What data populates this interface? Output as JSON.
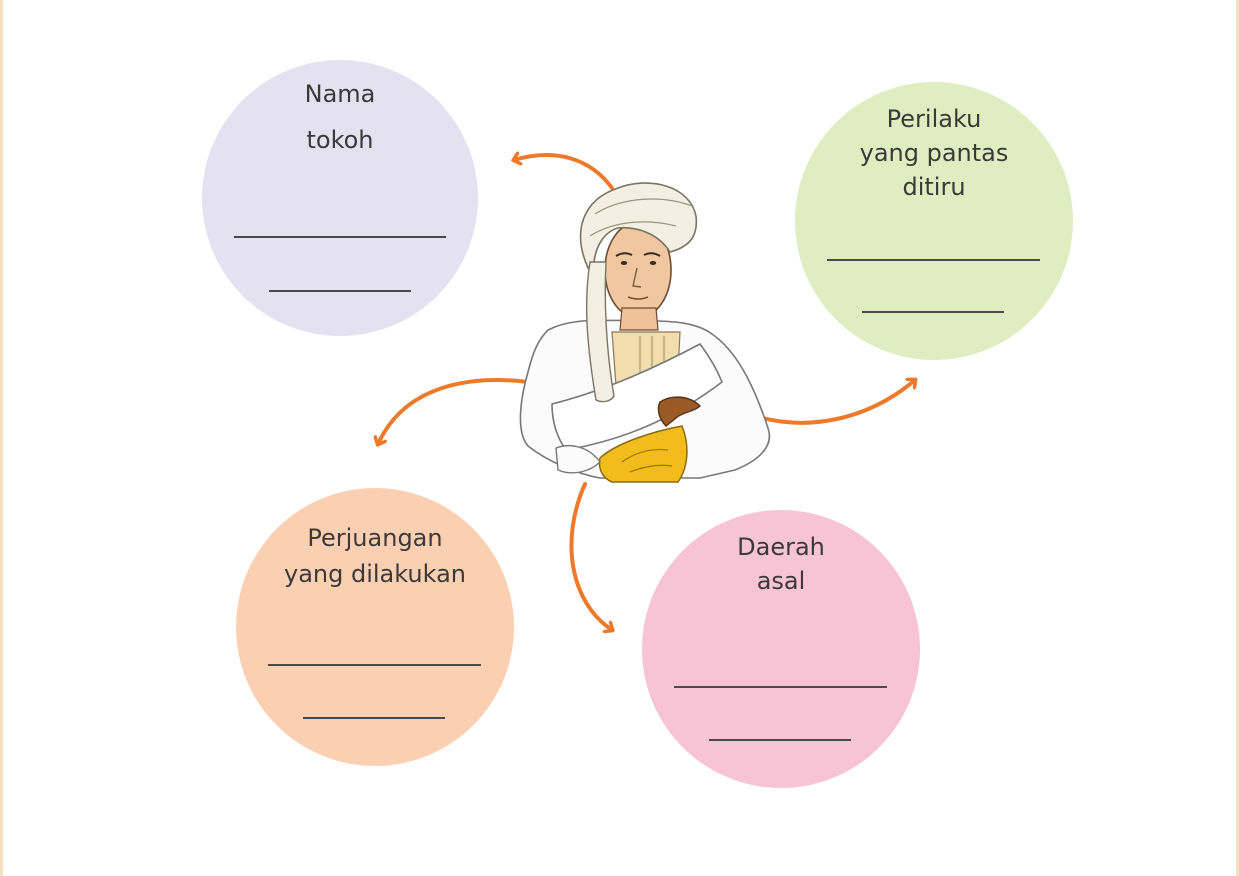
{
  "bubbles": {
    "nama_tokoh": {
      "label_line1": "Nama",
      "label_line2": "tokoh",
      "color": "#e4e2f1"
    },
    "perilaku": {
      "label_line1": "Perilaku",
      "label_line2": "yang pantas",
      "label_line3": "ditiru",
      "color": "#e0edc1"
    },
    "perjuangan": {
      "label_line1": "Perjuangan",
      "label_line2": "yang dilakukan",
      "color": "#fbd0b2"
    },
    "daerah_asal": {
      "label_line1": "Daerah",
      "label_line2": "asal",
      "color": "#f7c4d6"
    }
  },
  "arrow_color": "#ec7a2a",
  "border_color": "#f6e2c2"
}
